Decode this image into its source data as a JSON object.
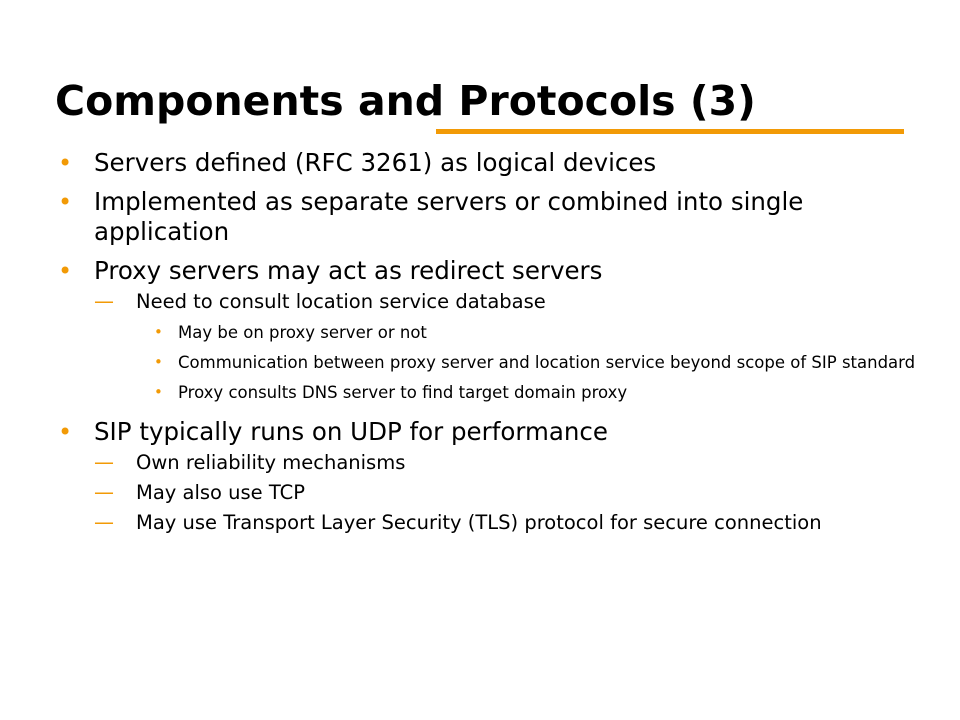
{
  "slide": {
    "title": "Components and Protocols (3)",
    "accent_color": "#f29a06",
    "bullet_icon": "round-bullet",
    "dash_icon": "em-dash",
    "items": [
      {
        "text": "Servers defined (RFC 3261) as logical devices"
      },
      {
        "text": "Implemented as separate servers or combined into single application"
      },
      {
        "text": "Proxy servers may act as redirect servers",
        "sub": [
          {
            "text": "Need to consult location service database",
            "sub": [
              {
                "text": "May be on proxy server or not"
              },
              {
                "text": "Communication between proxy server and location service beyond scope of SIP standard"
              },
              {
                "text": "Proxy consults DNS server to find target domain proxy"
              }
            ]
          }
        ]
      },
      {
        "text": "SIP typically runs on UDP for performance",
        "sub": [
          {
            "text": "Own reliability mechanisms"
          },
          {
            "text": "May also use TCP"
          },
          {
            "text": "May use Transport Layer Security (TLS) protocol for secure connection"
          }
        ]
      }
    ]
  }
}
